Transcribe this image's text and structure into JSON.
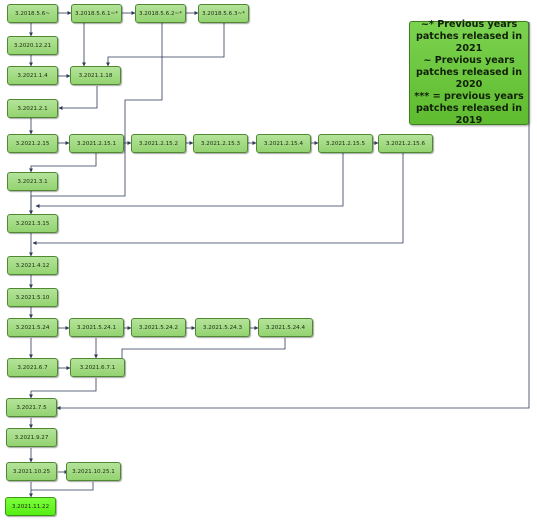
{
  "nodes": {
    "n_2018_5_6": "3.2018.5.6~",
    "n_2018_5_6_1": "3.2018.5.6.1~*",
    "n_2018_5_6_2": "3.2018.5.6.2~*",
    "n_2018_5_6_3": "3.2018.5.6.3~*",
    "n_2020_12_21": "3.2020.12.21",
    "n_2021_1_4": "3.2021.1.4",
    "n_2021_1_18": "3.2021.1.18",
    "n_2021_2_1": "3.2021.2.1",
    "n_2021_2_15": "3.2021.2.15",
    "n_2021_2_15_1": "3.2021.2.15.1",
    "n_2021_2_15_2": "3.2021.2.15.2",
    "n_2021_2_15_3": "3.2021.2.15.3",
    "n_2021_2_15_4": "3.2021.2.15.4",
    "n_2021_2_15_5": "3.2021.2.15.5",
    "n_2021_2_15_6": "3.2021.2.15.6",
    "n_2021_3_1": "3.2021.3.1",
    "n_2021_3_15": "3.2021.3.15",
    "n_2021_4_12": "3.2021.4.12",
    "n_2021_5_10": "3.2021.5.10",
    "n_2021_5_24": "3.2021.5.24",
    "n_2021_5_24_1": "3.2021.5.24.1",
    "n_2021_5_24_2": "3.2021.5.24.2",
    "n_2021_5_24_3": "3.2021.5.24.3",
    "n_2021_5_24_4": "3.2021.5.24.4",
    "n_2021_6_7": "3.2021.6.7",
    "n_2021_6_7_1": "3.2021.6.7.1",
    "n_2021_7_5": "3.2021.7.5",
    "n_2021_9_27": "3.2021.9.27",
    "n_2021_10_25": "3.2021.10.25",
    "n_2021_10_25_1": "3.2021.10.25.1",
    "n_2021_11_22": "3.2021.11.22"
  },
  "legend": {
    "line1": "~* Previous years patches released in 2021",
    "line2": "~ Previous years patches released in 2020",
    "line3": "*** = previous years patches released in 2019"
  },
  "colors": {
    "node_fill": "#a5dc86",
    "node_border": "#4f8a33",
    "latest_fill": "#66f526",
    "legend_fill": "#6cc33f",
    "connector": "#2f3a57"
  }
}
